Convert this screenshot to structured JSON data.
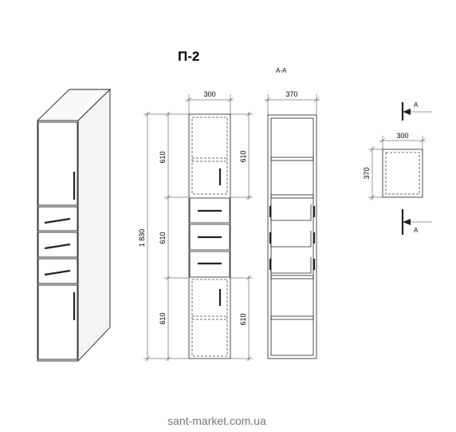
{
  "header": {
    "title": "П-2",
    "section_label": "А-А"
  },
  "front_view": {
    "width": "300",
    "total_height": "1 830",
    "left_segments": [
      "610",
      "610",
      "610"
    ],
    "right_segments": [
      "610",
      "610"
    ]
  },
  "section_view": {
    "depth": "370"
  },
  "plan_view": {
    "width": "300",
    "depth": "370",
    "cut_label_top": "А",
    "cut_label_bottom": "А"
  },
  "footer": {
    "watermark": "sant-market.com.ua"
  }
}
